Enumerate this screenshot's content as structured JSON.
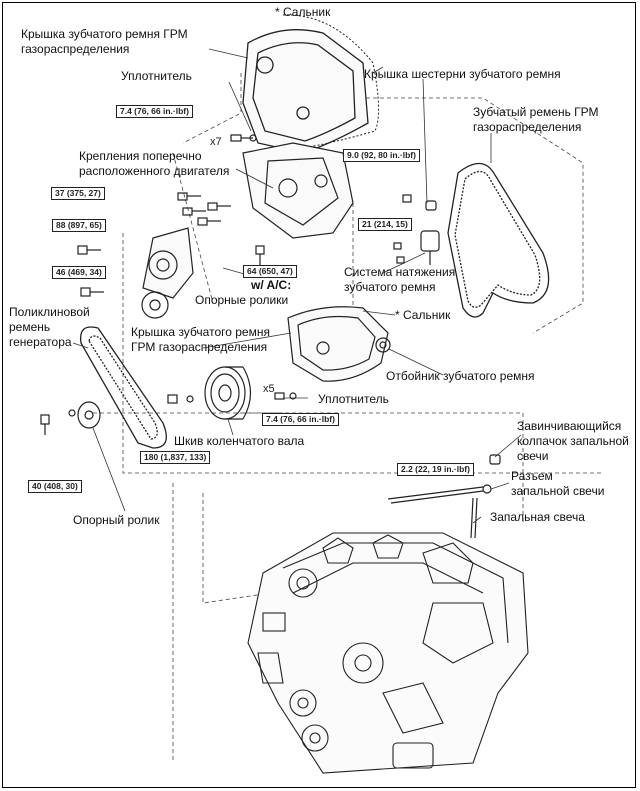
{
  "labels": {
    "oil_seal_top": "* Сальник",
    "timing_cover_top": "Крышка зубчатого ремня ГРМ газораспределения",
    "gasket_1": "Уплотнитель",
    "belt_gear_cover": "Крышка шестерни зубчатого ремня",
    "timing_belt": "Зубчатый ремень ГРМ газораспределения",
    "transverse_mounts": "Крепления поперечно расположенного двигателя",
    "tensioner": "Система натяжения зубчатого ремня",
    "ac_rollers_prefix": "w/ A/C:",
    "ac_rollers": "Опорные ролики",
    "vbelt": "Поликлиновой ремень генератора",
    "timing_cover_lower": "Крышка зубчатого ремня ГРМ газораспределения",
    "oil_seal_mid": "* Сальник",
    "belt_guide": "Отбойник зубчатого ремня",
    "gasket_2": "Уплотнитель",
    "crank_pulley": "Шкив коленчатого вала",
    "idler": "Опорный ролик",
    "plug_cap": "Завинчивающийся колпачок запальной свечи",
    "plug_connector": "Разъем запальной свечи",
    "glow_plug": "Запальная свеча"
  },
  "torques": {
    "t1": "7.4 (76, 66 in.·lbf)",
    "t2": "9.0 (92, 80 in.·lbf)",
    "t3": "37 (375, 27)",
    "t4": "21 (214, 15)",
    "t5": "88 (897, 65)",
    "t6": "46 (469, 34)",
    "t7": "64 (650, 47)",
    "t8": "7.4 (76, 66 in.·lbf)",
    "t9": "180 (1,837, 133)",
    "t10": "2.2 (22, 19 in.·lbf)",
    "t11": "40 (408, 30)"
  },
  "multipliers": {
    "x7": "x7",
    "x5": "x5"
  }
}
